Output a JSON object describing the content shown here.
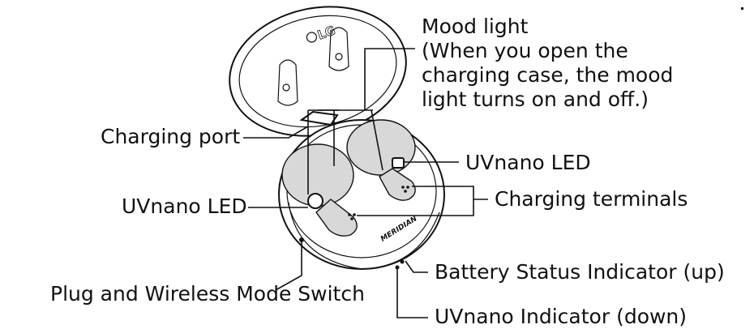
{
  "labels": {
    "mood_light": "Mood light\n(When you open the\ncharging case, the mood\nlight turns on and off.)",
    "charging_port": "Charging port",
    "uvnano_led_right": "UVnano LED",
    "uvnano_led_left": "UVnano LED",
    "charging_terminals": "Charging terminals",
    "plug_wireless_switch": "Plug and Wireless Mode Switch",
    "battery_status_indicator": "Battery Status Indicator (up)",
    "uvnano_indicator": "UVnano Indicator (down)"
  },
  "product_marks": {
    "logo": "LG",
    "partner": "MERIDIAN"
  },
  "colors": {
    "line": "#111111",
    "fill_grey": "#d8d8d8",
    "background": "#ffffff"
  }
}
